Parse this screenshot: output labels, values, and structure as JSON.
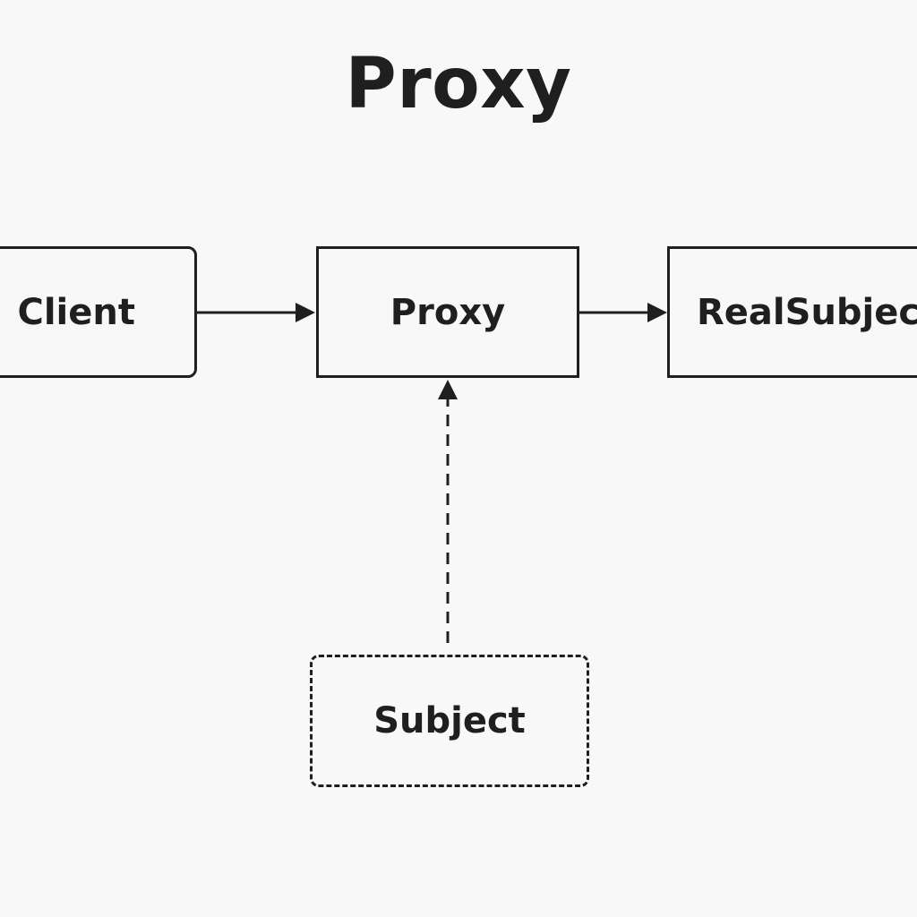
{
  "title": "Proxy",
  "nodes": {
    "client": "Client",
    "proxy": "Proxy",
    "real_subject": "RealSubject",
    "subject": "Subject"
  },
  "edges": [
    {
      "from": "Client",
      "to": "Proxy",
      "style": "solid"
    },
    {
      "from": "Proxy",
      "to": "RealSubject",
      "style": "solid"
    },
    {
      "from": "Subject",
      "to": "Proxy",
      "style": "dashed"
    }
  ],
  "colors": {
    "background": "#f8f8f8",
    "ink": "#1f1f1f"
  }
}
